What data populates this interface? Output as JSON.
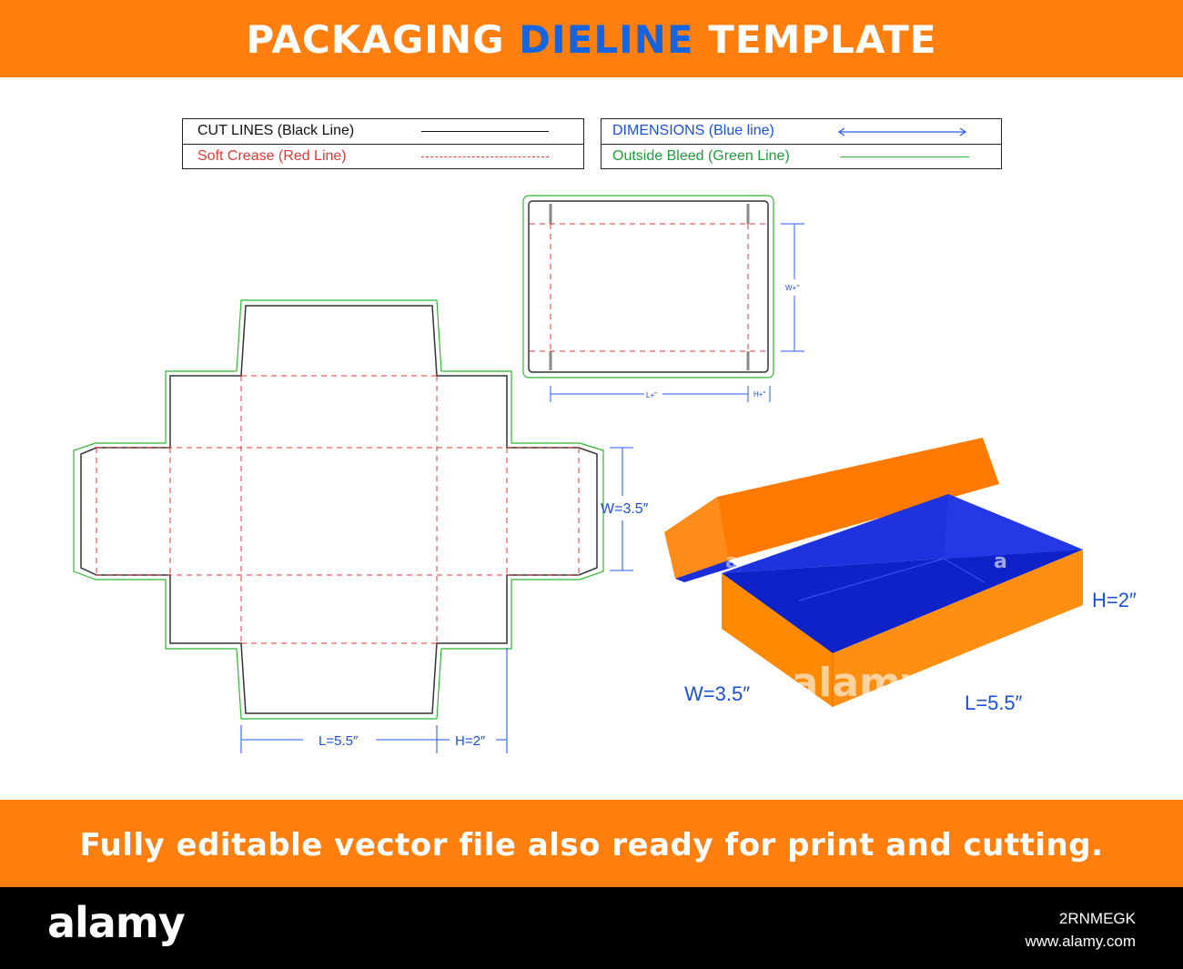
{
  "banner_top": {
    "part1": "PACKAGING",
    "part2": "DIELINE",
    "part3": "TEMPLATE"
  },
  "banner_bottom": {
    "text": "Fully editable vector file also ready for print and cutting."
  },
  "legend": {
    "cut_lines": "CUT LINES (Black Line)",
    "soft_crease": "Soft Crease (Red Line)",
    "dimensions": "DIMENSIONS (Blue line)",
    "outside_bleed": "Outside Bleed (Green Line)"
  },
  "dimensions": {
    "width": "W=3.5″",
    "length": "L=5.5″",
    "height": "H=2″",
    "lid_w": "W+″",
    "lid_l": "L+″",
    "lid_h": "H+″"
  },
  "watermark": {
    "brand": "alamy",
    "small": "a"
  },
  "footer": {
    "logo": "alamy",
    "image_id": "2RNMEGK",
    "site": "www.alamy.com"
  },
  "colors": {
    "orange": "#ff7f0e",
    "accent_blue": "#1565e0",
    "cut": "#222222",
    "crease": "#e53935",
    "dimension": "#2a5cff",
    "bleed": "#2eb82e",
    "box_orange": "#ff8a00",
    "box_inner": "#1a2fd6"
  }
}
